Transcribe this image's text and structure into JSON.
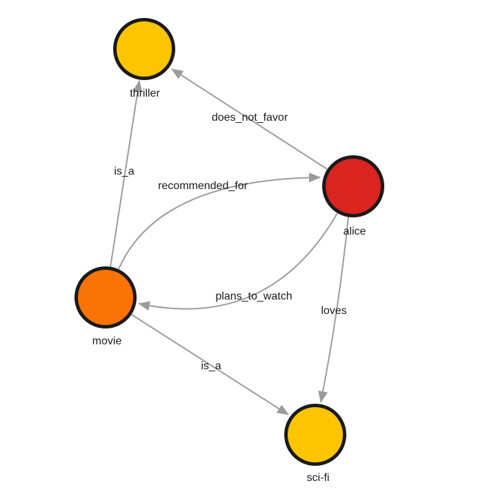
{
  "graph": {
    "background_color": "#ffffff",
    "edge_color": "#9b9b9b",
    "node_border_color": "#1a1a1a",
    "label_color": "#1a1a1a",
    "nodes": [
      {
        "id": "thriller",
        "label": "thriller",
        "color": "#FDC400"
      },
      {
        "id": "alice",
        "label": "alice",
        "color": "#DA2420"
      },
      {
        "id": "movie",
        "label": "movie",
        "color": "#FA7405"
      },
      {
        "id": "sci-fi",
        "label": "sci-fi",
        "color": "#FDC400"
      }
    ],
    "edges": [
      {
        "from": "movie",
        "to": "thriller",
        "label": "is_a"
      },
      {
        "from": "alice",
        "to": "thriller",
        "label": "does_not_favor"
      },
      {
        "from": "movie",
        "to": "alice",
        "label": "recommended_for"
      },
      {
        "from": "alice",
        "to": "movie",
        "label": "plans_to_watch"
      },
      {
        "from": "alice",
        "to": "sci-fi",
        "label": "loves"
      },
      {
        "from": "movie",
        "to": "sci-fi",
        "label": "is_a"
      }
    ]
  }
}
